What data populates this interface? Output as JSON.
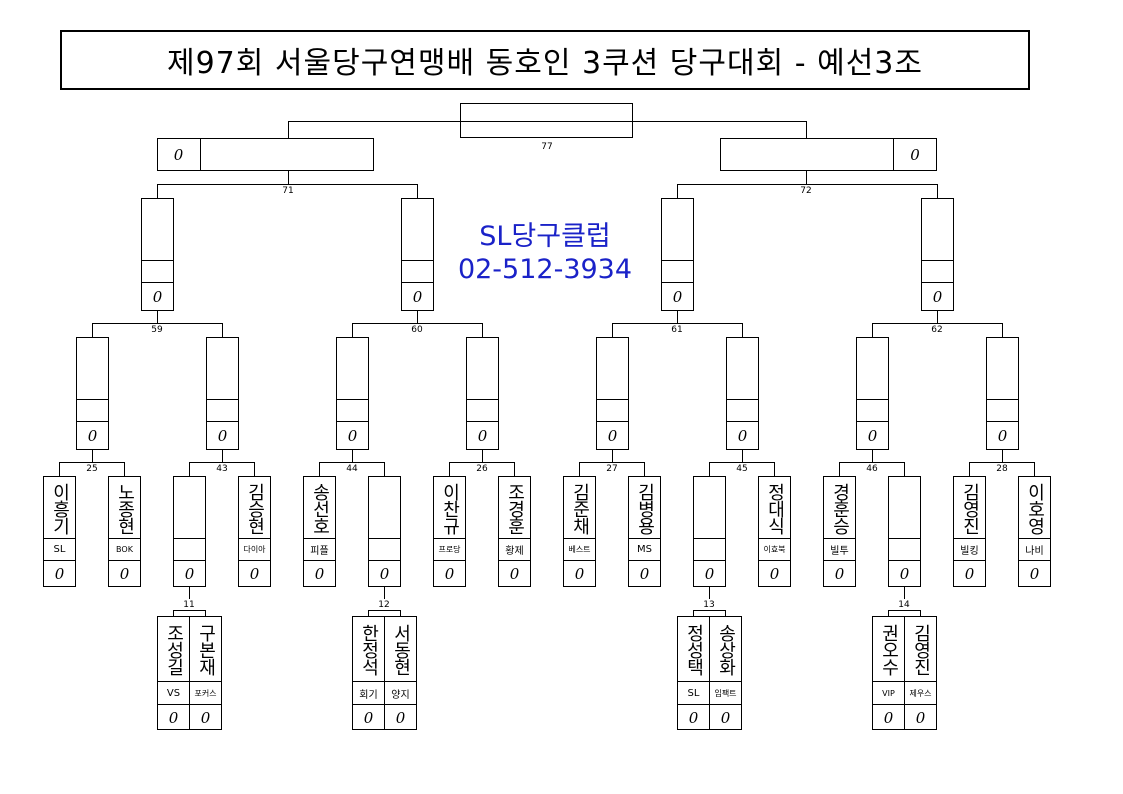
{
  "title": "제97회 서울당구연맹배 동호인 3쿠션 당구대회 - 예선3조",
  "promo": {
    "name": "SL당구클럽",
    "phone": "02-512-3934"
  },
  "zero_mark": "0",
  "match_numbers": {
    "final": "77",
    "semi_left": "71",
    "semi_right": "72",
    "q1": "59",
    "q2": "60",
    "q3": "61",
    "q4": "62",
    "r1": "25",
    "r2": "43",
    "r3": "44",
    "r4": "26",
    "r5": "27",
    "r6": "45",
    "r7": "46",
    "r8": "28",
    "p1": "11",
    "p2": "12",
    "p3": "13",
    "p4": "14"
  },
  "players": [
    {
      "name": "이흥기",
      "club": "SL"
    },
    {
      "name": "노종현",
      "club": "BOK"
    },
    {
      "name": "",
      "club": ""
    },
    {
      "name": "김승현",
      "club": "다이아"
    },
    {
      "name": "송선호",
      "club": "피플"
    },
    {
      "name": "",
      "club": ""
    },
    {
      "name": "이찬규",
      "club": "프로당"
    },
    {
      "name": "조경훈",
      "club": "황제"
    },
    {
      "name": "김준채",
      "club": "베스트"
    },
    {
      "name": "김병용",
      "club": "MS"
    },
    {
      "name": "",
      "club": ""
    },
    {
      "name": "정대식",
      "club": "이효북"
    },
    {
      "name": "경훈승",
      "club": "빌투"
    },
    {
      "name": "",
      "club": ""
    },
    {
      "name": "김영진",
      "club": "빌킹"
    },
    {
      "name": "이호영",
      "club": "나비"
    }
  ],
  "prelim_players": [
    {
      "name": "조성길",
      "club": "VS"
    },
    {
      "name": "구본재",
      "club": "포커스"
    },
    {
      "name": "한정석",
      "club": "회기"
    },
    {
      "name": "서동현",
      "club": "양지"
    },
    {
      "name": "정성택",
      "club": "SL"
    },
    {
      "name": "송상화",
      "club": "임팩트"
    },
    {
      "name": "권오수",
      "club": "VIP"
    },
    {
      "name": "김영진",
      "club": "제우스"
    }
  ]
}
